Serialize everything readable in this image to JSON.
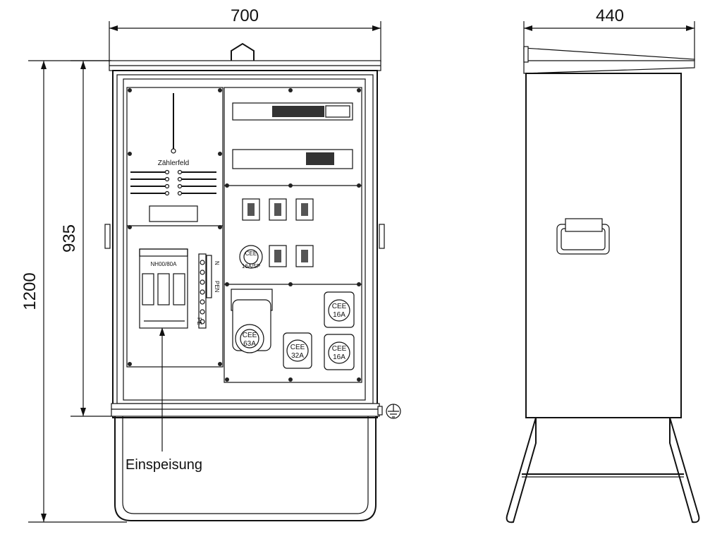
{
  "dimensions": {
    "front_width": "700",
    "side_width": "440",
    "total_height": "1200",
    "body_height": "935"
  },
  "labels": {
    "meter_field": "Zählerfeld",
    "feed_in": "Einspeisung",
    "fuse": "NH00/80A",
    "n": "N",
    "pen": "PEN",
    "pe": "PE"
  },
  "sockets": {
    "cee63": {
      "line1": "CEE",
      "line2": "63A"
    },
    "cee32": {
      "line1": "CEE",
      "line2": "32A"
    },
    "cee16_top": {
      "line1": "CEE",
      "line2": "16A"
    },
    "cee16_bottom": {
      "line1": "CEE",
      "line2": "16A"
    },
    "cee_small": {
      "line1": "CEE",
      "line2": "16A/5P"
    }
  },
  "symbols": {
    "earth": "earth-symbol"
  }
}
